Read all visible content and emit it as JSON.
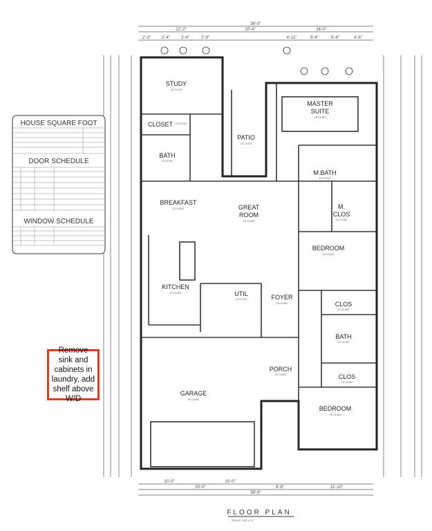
{
  "schedule": {
    "square_foot_title": "HOUSE SQUARE FOOT",
    "door_title": "DOOR SCHEDULE",
    "window_title": "WINDOW SCHEDULE"
  },
  "note": "Remove sink and cabinets in laundry, add shelf above W/D",
  "accent_color": "#e23a22",
  "rooms": [
    {
      "label": "STUDY",
      "sub": "10 CLNG"
    },
    {
      "label": "CLOSET",
      "sub": "10 CLNG"
    },
    {
      "label": "BATH",
      "sub": "10 CLNG"
    },
    {
      "label": "PATIO",
      "sub": "10 CLNG"
    },
    {
      "label": "MASTER",
      "sub": ""
    },
    {
      "label": "SUITE",
      "sub": "10 CLNG"
    },
    {
      "label": "M.BATH",
      "sub": "10 CLNG"
    },
    {
      "label": "M.",
      "sub": ""
    },
    {
      "label": "CLOS",
      "sub": "10 CLNG"
    },
    {
      "label": "BREAKFAST",
      "sub": "10 CLNG"
    },
    {
      "label": "GREAT",
      "sub": ""
    },
    {
      "label": "ROOM",
      "sub": "10 CLNG"
    },
    {
      "label": "KITCHEN",
      "sub": "10 CLNG"
    },
    {
      "label": "UTIL",
      "sub": "10 CLNG"
    },
    {
      "label": "FOYER",
      "sub": "10 CLNG"
    },
    {
      "label": "BEDROOM",
      "sub": "10 CLNG"
    },
    {
      "label": "CLOS",
      "sub": "10 CLNG"
    },
    {
      "label": "BATH",
      "sub": "10 CLNG"
    },
    {
      "label": "CLOS",
      "sub": "10 CLNG"
    },
    {
      "label": "PORCH",
      "sub": "10 CLNG"
    },
    {
      "label": "GARAGE",
      "sub": "10 CLNG"
    },
    {
      "label": "BEDROOM",
      "sub": "10 CLNG"
    }
  ],
  "dimensions": {
    "top_overall": "38'-0\"",
    "top": [
      "12'-2\"",
      "10'-4\"",
      "16'-0\""
    ],
    "top_detail": [
      "2'-3\"",
      "2'-4\"",
      "2'-4\"",
      "2'-9\"",
      "4'-11\"",
      "5'-4\"",
      "5'-6\"",
      "4'-5\""
    ],
    "bottom": [
      "10'-0\"",
      "10'-0\""
    ],
    "bottom_mid": [
      "20'-0\"",
      "8'-8\"",
      "11'-10\""
    ],
    "bottom_overall": "38'-8\""
  },
  "title": "FLOOR PLAN",
  "scale": "SCALE: 1/8\"=1'-0\""
}
